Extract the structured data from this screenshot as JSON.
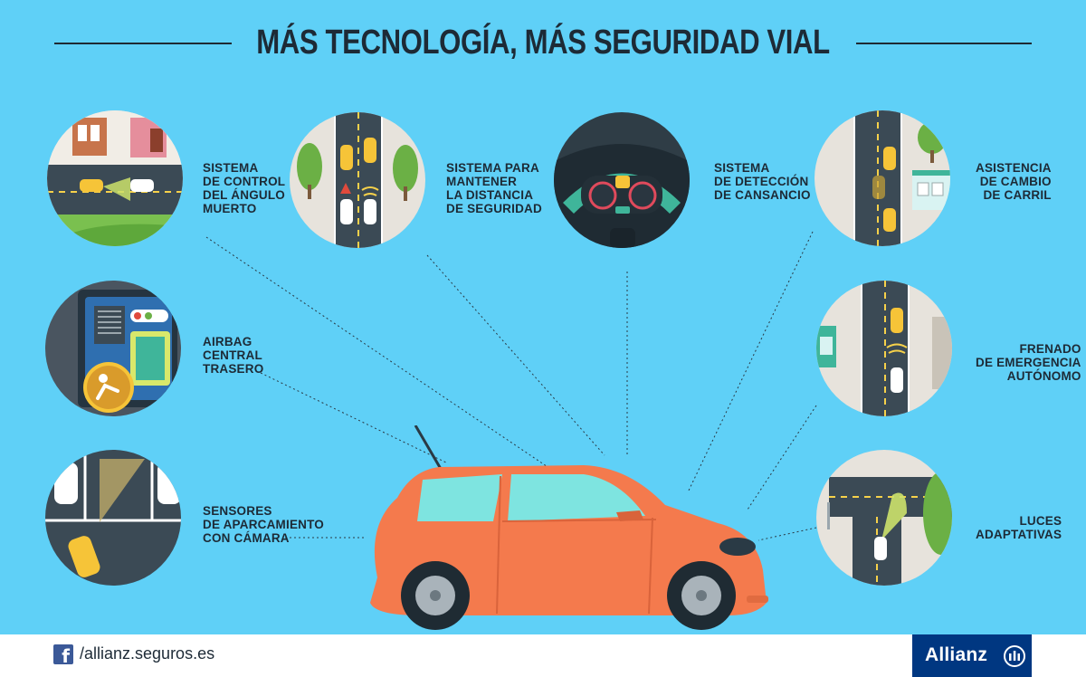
{
  "title": "MÁS TECNOLOGÍA, MÁS SEGURIDAD VIAL",
  "features": {
    "angulo_muerto": "SISTEMA\nDE CONTROL\nDEL ÁNGULO\nMUERTO",
    "distancia": "SISTEMA PARA\nMANTENER\nLA DISTANCIA\nDE SEGURIDAD",
    "cansancio": "SISTEMA\nDE DETECCIÓN\nDE CANSANCIO",
    "carril": "ASISTENCIA\nDE CAMBIO\nDE CARRIL",
    "airbag": "AIRBAG\nCENTRAL\nTRASERO",
    "frenado": "FRENADO\nDE EMERGENCIA\nAUTÓNOMO",
    "sensores": "SENSORES\nDE APARCAMIENTO\nCON CÁMARA",
    "luces": "LUCES\nADAPTATIVAS"
  },
  "footer": {
    "facebook_glyph": "f",
    "url": "/allianz.seguros.es",
    "brand": "Allianz"
  },
  "colors": {
    "background": "#5fd0f7",
    "car": "#f47a4d",
    "dark_text": "#1d2a36",
    "brand": "#003781",
    "facebook": "#3b5998"
  }
}
